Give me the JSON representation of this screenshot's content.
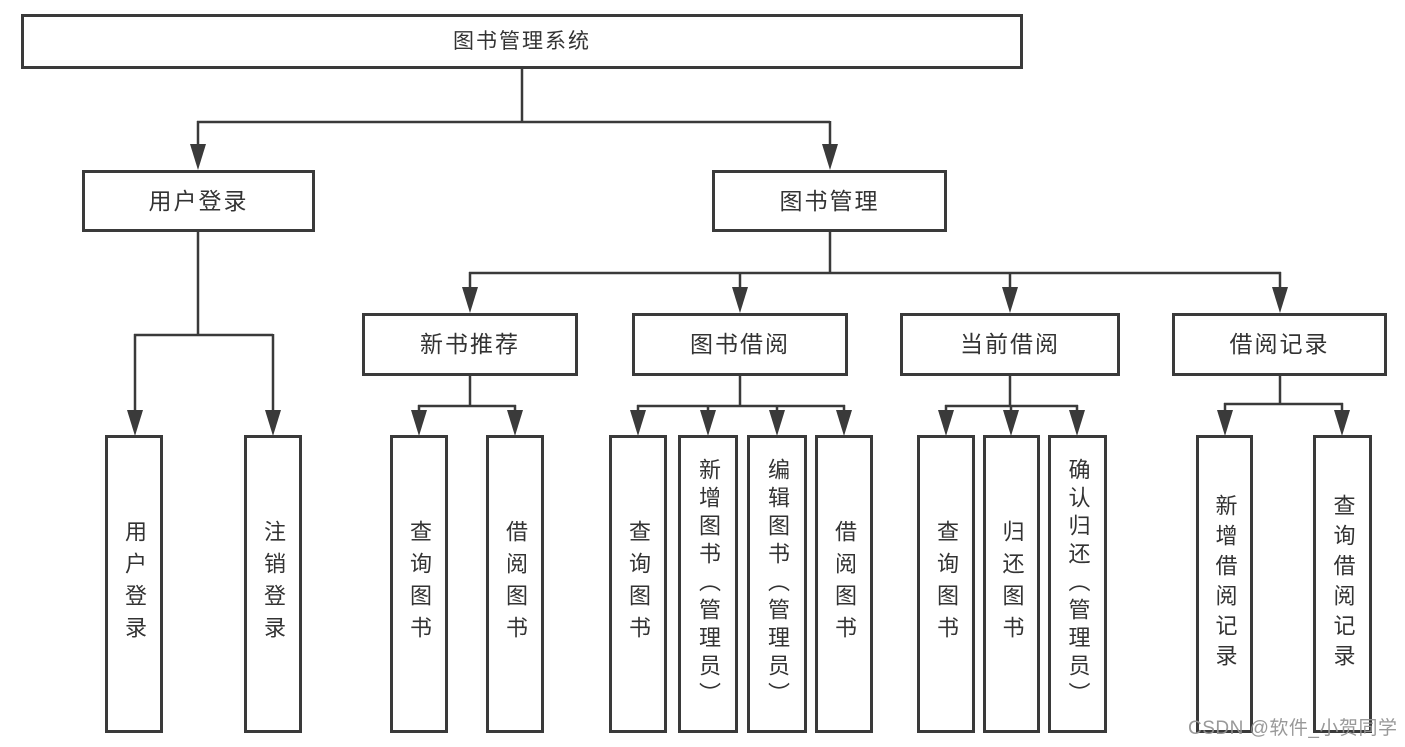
{
  "tree": {
    "root": {
      "label": "图书管理系统"
    },
    "l2": [
      {
        "label": "用户登录",
        "children": [
          {
            "label": "用户登录"
          },
          {
            "label": "注销登录"
          }
        ]
      },
      {
        "label": "图书管理",
        "children": [
          {
            "label": "新书推荐",
            "children": [
              {
                "label": "查询图书"
              },
              {
                "label": "借阅图书"
              }
            ]
          },
          {
            "label": "图书借阅",
            "children": [
              {
                "label": "查询图书"
              },
              {
                "label": "新增图书（管理员）"
              },
              {
                "label": "编辑图书（管理员）"
              },
              {
                "label": "借阅图书"
              }
            ]
          },
          {
            "label": "当前借阅",
            "children": [
              {
                "label": "查询图书"
              },
              {
                "label": "归还图书"
              },
              {
                "label": "确认归还（管理员）"
              }
            ]
          },
          {
            "label": "借阅记录",
            "children": [
              {
                "label": "新增借阅记录"
              },
              {
                "label": "查询借阅记录"
              }
            ]
          }
        ]
      }
    ]
  },
  "watermark": {
    "text": "CSDN @软件_小贺同学"
  },
  "colors": {
    "line": "#3a3a3a",
    "box_border": "#3a3a3a",
    "text": "#333333",
    "watermark": "#949494",
    "background": "#ffffff"
  }
}
